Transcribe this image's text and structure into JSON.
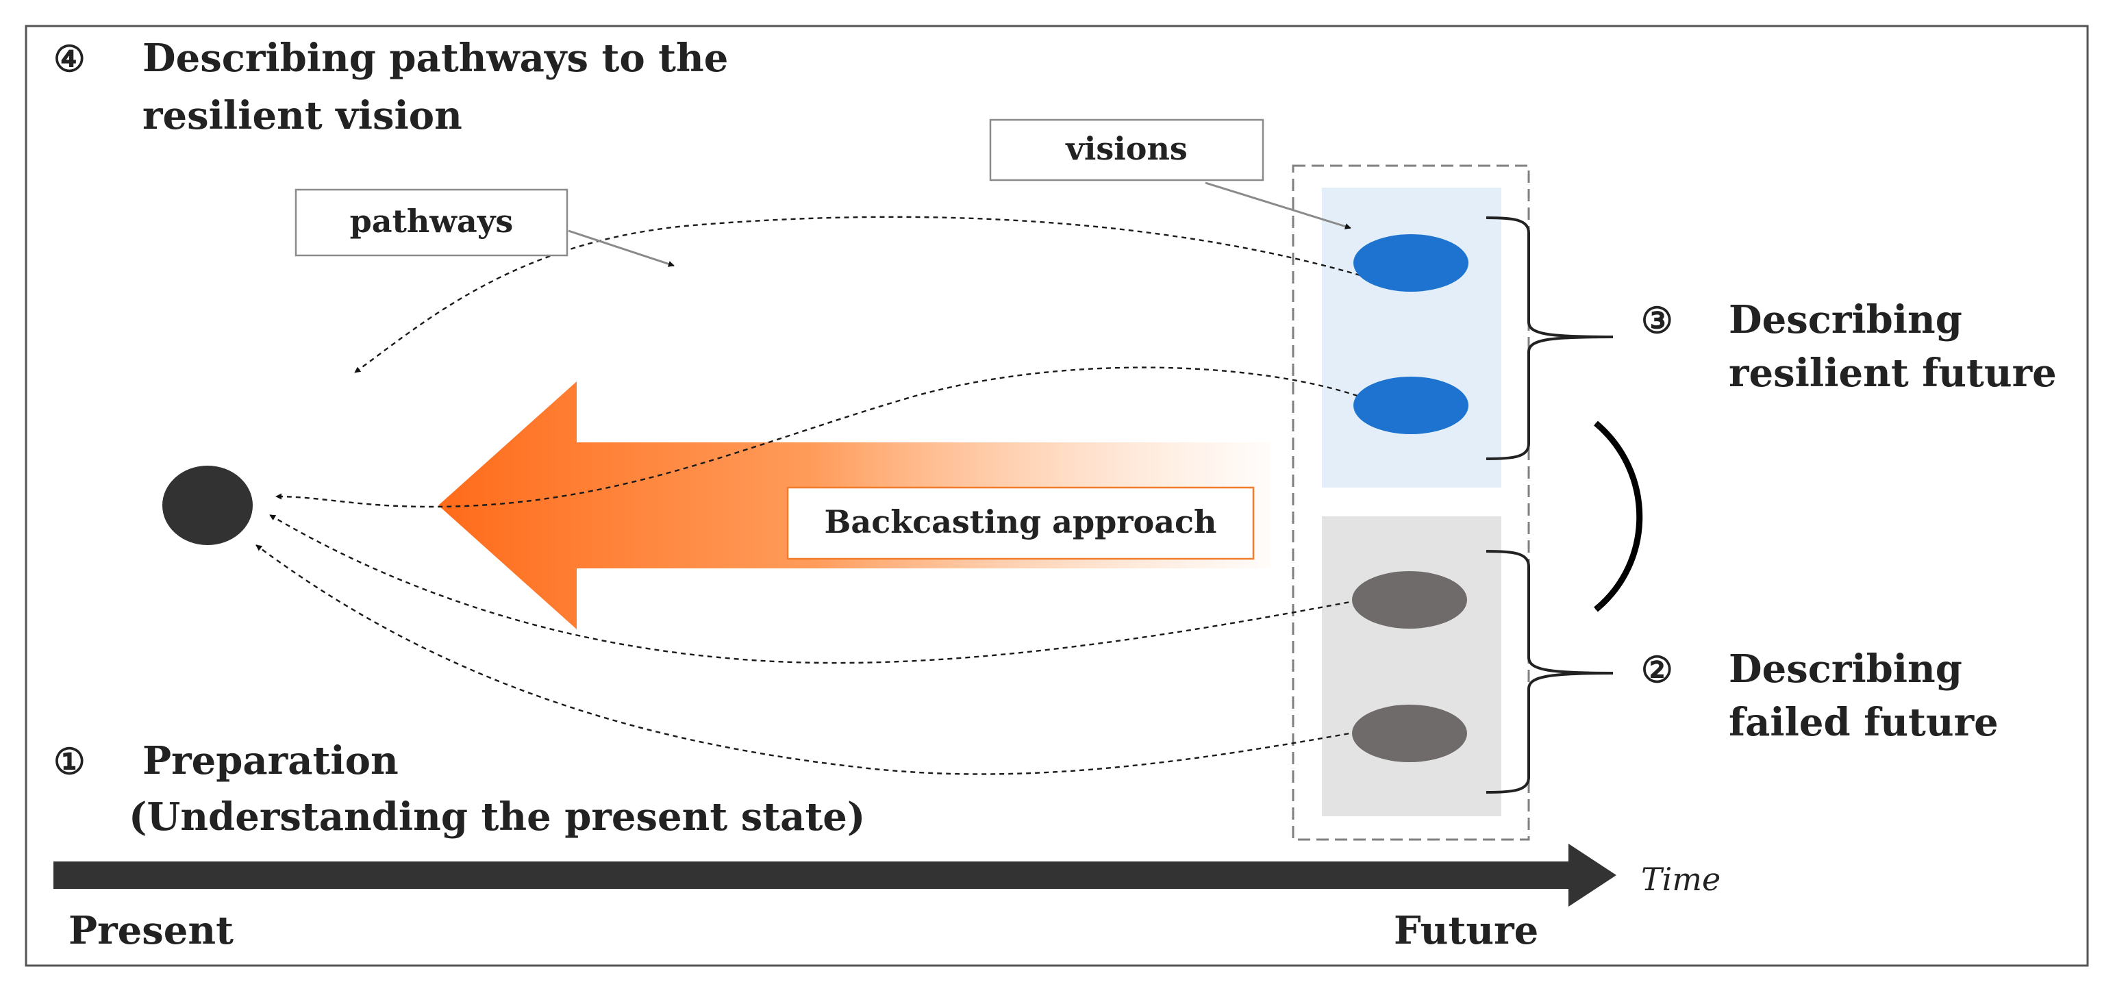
{
  "steps": {
    "step4": {
      "number": "④",
      "line1": "Describing pathways to the",
      "line2": "resilient vision"
    },
    "step3": {
      "number": "③",
      "line1": "Describing",
      "line2": "resilient future"
    },
    "step2": {
      "number": "②",
      "line1": "Describing",
      "line2": "failed future"
    },
    "step1": {
      "number": "①",
      "line1": "Preparation",
      "line2": "(Understanding the present state)"
    }
  },
  "labels": {
    "pathways": "pathways",
    "visions": "visions",
    "backcasting": "Backcasting approach"
  },
  "timeline": {
    "axis_label": "Time",
    "start_label": "Present",
    "end_label": "Future"
  },
  "colors": {
    "resilient_vision": "#1f73d0",
    "resilient_region": "#e3eef9",
    "failed_vision": "#6f6b6a",
    "failed_region": "#e3e3e3",
    "present_state": "#323232",
    "backcasting_arrow": "#ff7a2e",
    "backcasting_border": "#f07c2c"
  }
}
